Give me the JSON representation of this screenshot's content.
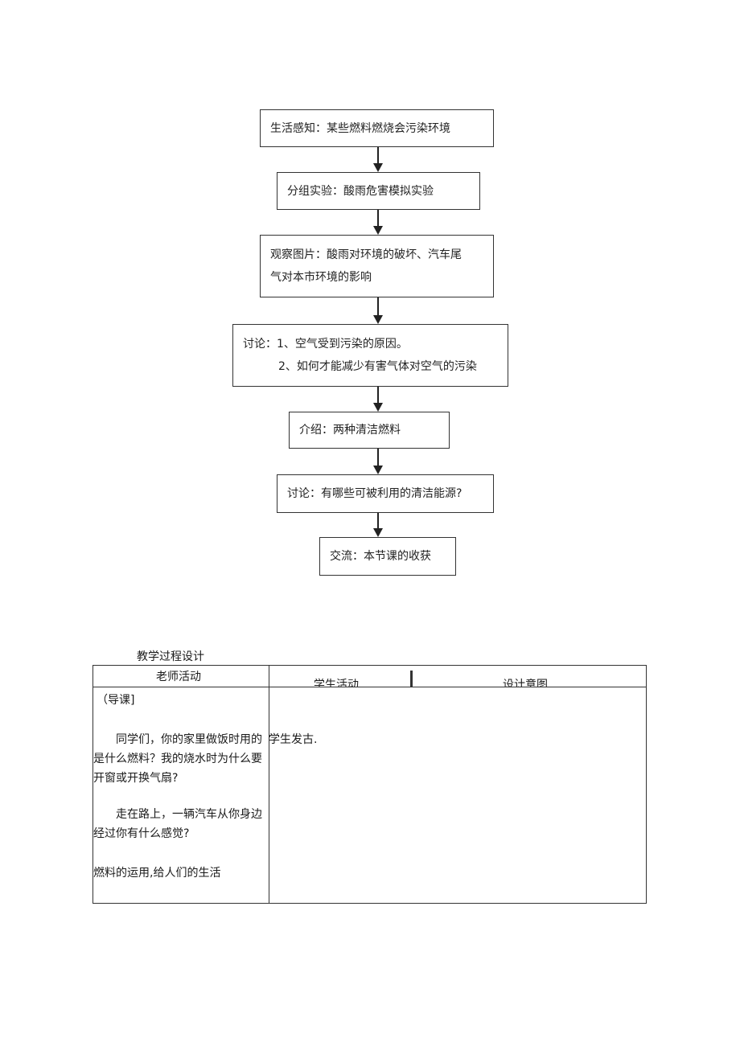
{
  "flowchart": {
    "steps": [
      {
        "lines": [
          "生活感知：某些燃料燃烧会污染环境"
        ]
      },
      {
        "lines": [
          "分组实验：酸雨危害模拟实验"
        ]
      },
      {
        "lines": [
          "观察图片：酸雨对环境的破坏、汽车尾",
          "气对本市环境的影响"
        ]
      },
      {
        "lines": [
          "讨论：1、空气受到污染的原因。",
          "2、如何才能减少有害气体对空气的污染"
        ]
      },
      {
        "lines": [
          "介绍：两种清洁燃料"
        ]
      },
      {
        "lines": [
          "讨论：有哪些可被利用的清洁能源?"
        ]
      },
      {
        "lines": [
          "交流：本节课的收获"
        ]
      }
    ]
  },
  "lesson_table": {
    "title": "教学过程设计",
    "headers": [
      "老师活动",
      "学生活动",
      "设计意图"
    ],
    "teacher": {
      "section_label": "（导课]",
      "para1": "同学们，你的家里做饭时用的是什么燃料？我的烧水时为什么要开窗或开换气扇?",
      "para2": "走在路上，一辆汽车从你身边经过你有什么感觉?",
      "para3": "燃料的运用,给人们的生活"
    },
    "student": {
      "text": "学生发古."
    }
  }
}
